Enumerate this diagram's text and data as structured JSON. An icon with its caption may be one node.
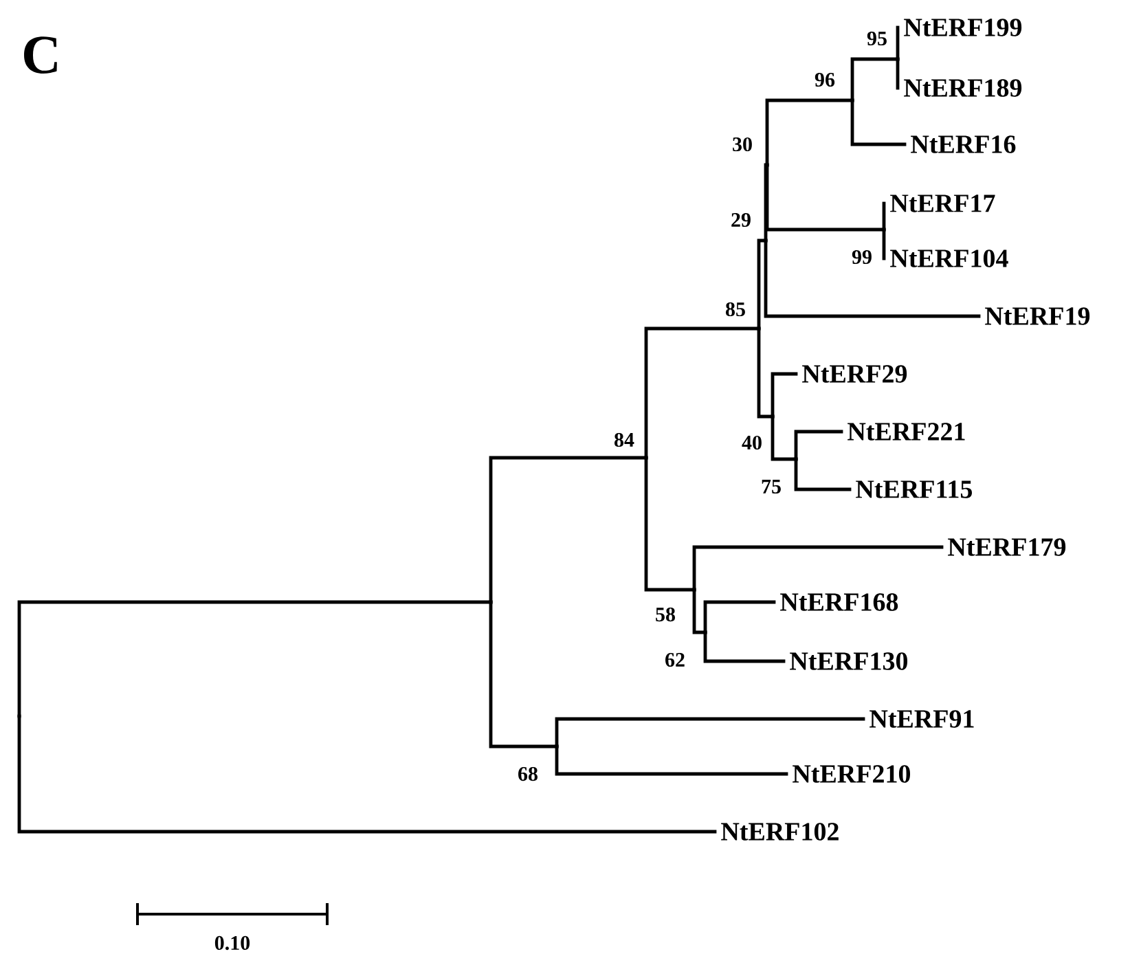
{
  "diagram": {
    "nodes": [
      {
        "text": [],
        "shape": "junction"
      },
      {
        "text": [],
        "shape": "junction"
      },
      {
        "text": [],
        "shape": "junction",
        "beside": [
          "84"
        ]
      },
      {
        "text": [],
        "shape": "junction",
        "beside": [
          "85"
        ]
      },
      {
        "text": [],
        "shape": "junction",
        "beside": [
          "29"
        ]
      },
      {
        "text": [],
        "shape": "junction",
        "beside": [
          "30"
        ]
      },
      {
        "text": [],
        "shape": "junction",
        "beside": [
          "96"
        ]
      },
      {
        "text": [],
        "shape": "junction",
        "beside": [
          "95"
        ]
      },
      {
        "text": [
          "NtERF199"
        ]
      },
      {
        "text": [
          "NtERF189"
        ]
      },
      {
        "text": [
          "NtERF16"
        ]
      },
      {
        "text": [],
        "shape": "junction",
        "beside": [
          "99"
        ]
      },
      {
        "text": [
          "NtERF17"
        ]
      },
      {
        "text": [
          "NtERF104"
        ]
      },
      {
        "text": [
          "NtERF19"
        ]
      },
      {
        "text": [],
        "shape": "junction",
        "beside": [
          "40"
        ]
      },
      {
        "text": [
          "NtERF29"
        ]
      },
      {
        "text": [],
        "shape": "junction",
        "beside": [
          "75"
        ]
      },
      {
        "text": [
          "NtERF221"
        ]
      },
      {
        "text": [
          "NtERF115"
        ]
      },
      {
        "text": [],
        "shape": "junction",
        "beside": [
          "58"
        ]
      },
      {
        "text": [
          "NtERF179"
        ]
      },
      {
        "text": [],
        "shape": "junction",
        "beside": [
          "62"
        ]
      },
      {
        "text": [
          "NtERF168"
        ]
      },
      {
        "text": [
          "NtERF130"
        ]
      },
      {
        "text": [],
        "shape": "junction",
        "beside": [
          "68"
        ]
      },
      {
        "text": [
          "NtERF91"
        ]
      },
      {
        "text": [
          "NtERF210"
        ]
      },
      {
        "text": [
          "NtERF102"
        ]
      }
    ],
    "edges": [
      {
        "from": 0,
        "to": 1,
        "arrow": "none"
      },
      {
        "from": 0,
        "to": 28,
        "arrow": "none"
      },
      {
        "from": 1,
        "to": 2,
        "arrow": "none"
      },
      {
        "from": 1,
        "to": 25,
        "arrow": "none"
      },
      {
        "from": 2,
        "to": 3,
        "arrow": "none"
      },
      {
        "from": 2,
        "to": 20,
        "arrow": "none"
      },
      {
        "from": 3,
        "to": 4,
        "arrow": "none"
      },
      {
        "from": 3,
        "to": 15,
        "arrow": "none"
      },
      {
        "from": 4,
        "to": 5,
        "arrow": "none"
      },
      {
        "from": 4,
        "to": 14,
        "arrow": "none"
      },
      {
        "from": 5,
        "to": 6,
        "arrow": "none"
      },
      {
        "from": 5,
        "to": 11,
        "arrow": "none"
      },
      {
        "from": 6,
        "to": 7,
        "arrow": "none"
      },
      {
        "from": 6,
        "to": 10,
        "arrow": "none"
      },
      {
        "from": 7,
        "to": 8,
        "arrow": "none"
      },
      {
        "from": 7,
        "to": 9,
        "arrow": "none"
      },
      {
        "from": 11,
        "to": 12,
        "arrow": "none"
      },
      {
        "from": 11,
        "to": 13,
        "arrow": "none"
      },
      {
        "from": 15,
        "to": 16,
        "arrow": "none"
      },
      {
        "from": 15,
        "to": 17,
        "arrow": "none"
      },
      {
        "from": 17,
        "to": 18,
        "arrow": "none"
      },
      {
        "from": 17,
        "to": 19,
        "arrow": "none"
      },
      {
        "from": 20,
        "to": 21,
        "arrow": "none"
      },
      {
        "from": 20,
        "to": 22,
        "arrow": "none"
      },
      {
        "from": 22,
        "to": 23,
        "arrow": "none"
      },
      {
        "from": 22,
        "to": 24,
        "arrow": "none"
      },
      {
        "from": 25,
        "to": 26,
        "arrow": "none"
      },
      {
        "from": 25,
        "to": 27,
        "arrow": "none"
      }
    ],
    "labels": [
      "C",
      "0.10"
    ]
  }
}
